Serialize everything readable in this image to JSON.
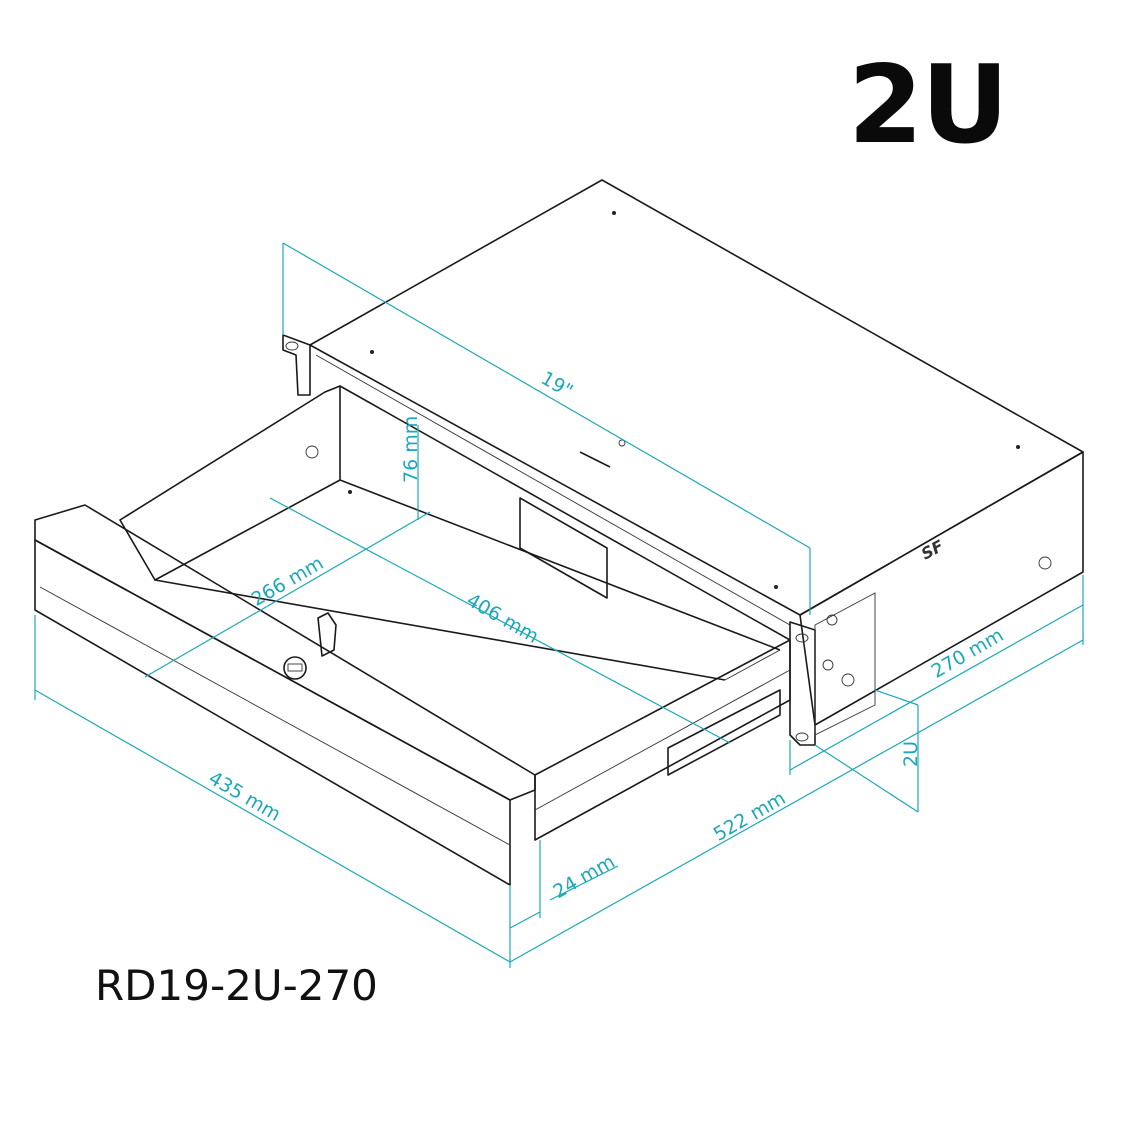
{
  "title": "2U",
  "model": "RD19-2U-270",
  "accent_color": "#1ba8b8",
  "dimensions": {
    "width_19": "19\"",
    "height_76": "76 mm",
    "depth_266": "266 mm",
    "width_406": "406 mm",
    "width_435": "435 mm",
    "depth_522": "522 mm",
    "depth_270": "270 mm",
    "height_2u": "2U",
    "front_24": "24 mm"
  }
}
